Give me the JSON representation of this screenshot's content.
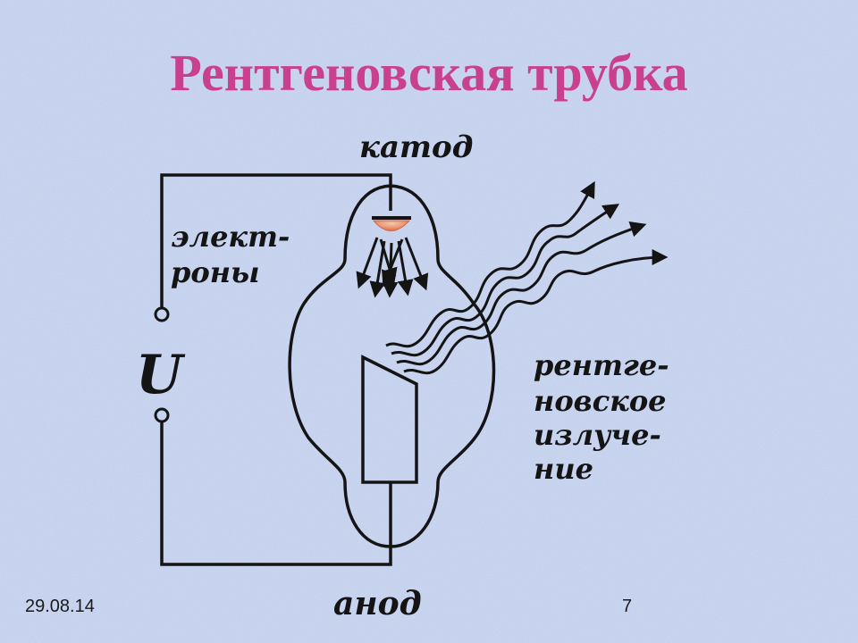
{
  "slide": {
    "title": "Рентгеновская трубка",
    "date": "29.08.14",
    "page_number": "7"
  },
  "diagram": {
    "labels": {
      "cathode": "катод",
      "anode": "анод",
      "electrons_line1": "элект-",
      "electrons_line2": "роны",
      "voltage": "U",
      "radiation_line1": "рентге-",
      "radiation_line2": "новское",
      "radiation_line3": "излуче-",
      "radiation_line4": "ние"
    }
  },
  "colors": {
    "background": "#c6d3ee",
    "title": "#c8408f",
    "ink": "#141414",
    "cathode_filament": "#e07858"
  }
}
